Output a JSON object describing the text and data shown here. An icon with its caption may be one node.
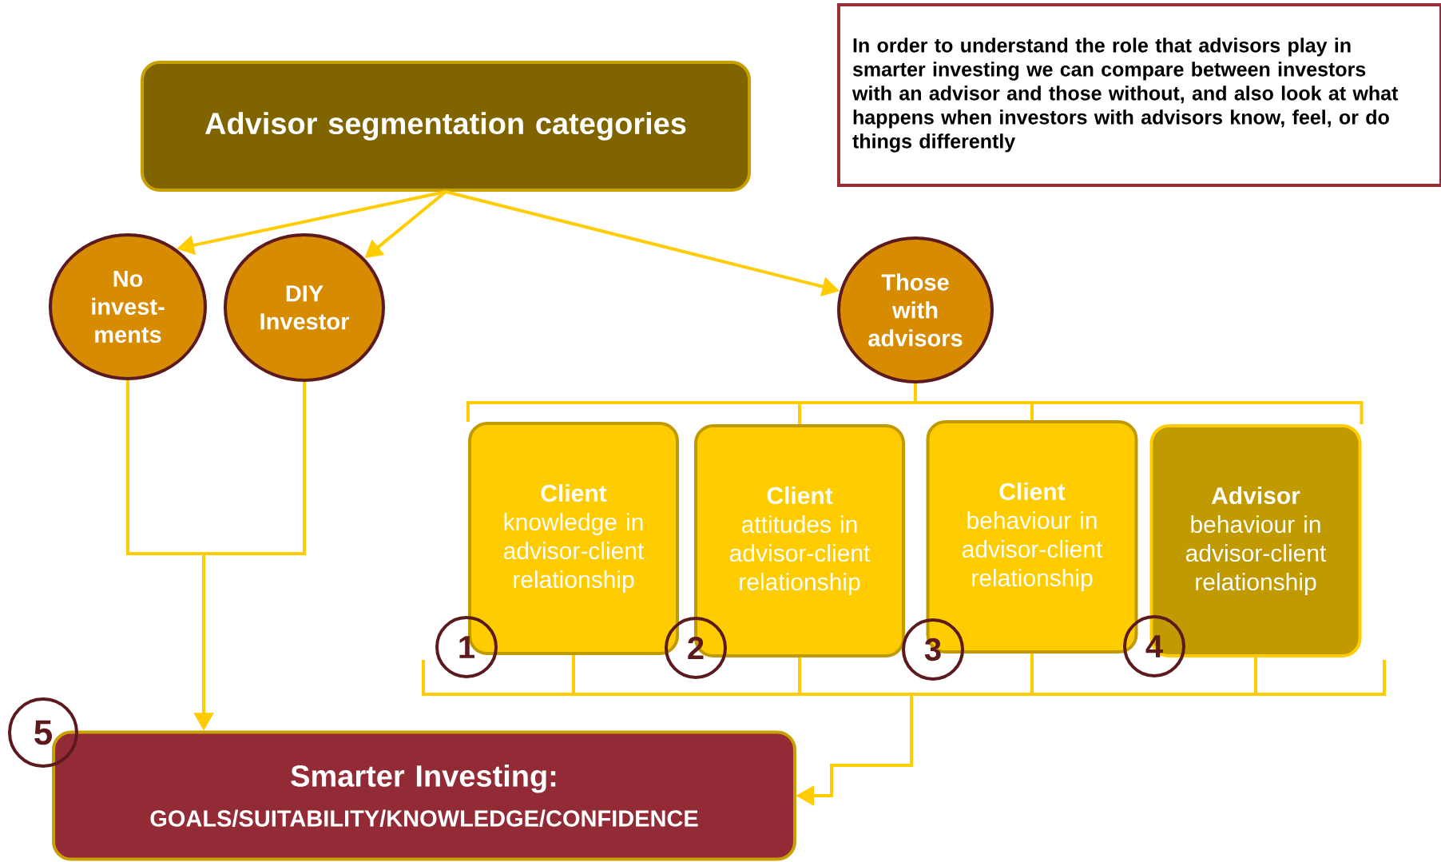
{
  "diagram": {
    "nodes": [
      {
        "text": [
          "Advisor segmentation categories"
        ]
      },
      {
        "text": [
          "In order to understand the role that advisors play in smarter investing we can compare between investors with an advisor and those without, and also look at what happens when investors with advisors know, feel, or do things differently"
        ]
      },
      {
        "text": [
          "No invest-ments"
        ]
      },
      {
        "text": [
          "DIY Investor"
        ]
      },
      {
        "text": [
          "Those with advisors"
        ]
      },
      {
        "text": [
          "Client",
          "knowledge in advisor-client relationship"
        ]
      },
      {
        "text": [
          "Client",
          "attitudes in advisor-client relationship"
        ]
      },
      {
        "text": [
          "Client",
          "behaviour in advisor-client relationship"
        ]
      },
      {
        "text": [
          "Advisor",
          "behaviour in advisor-client relationship"
        ]
      },
      {
        "text": [
          "Smarter Investing:",
          "GOALS/SUITABILITY/KNOWLEDGE/CONFIDENCE"
        ]
      }
    ],
    "edges": [
      {
        "from": 0,
        "to": 2,
        "arrow": "to"
      },
      {
        "from": 0,
        "to": 3,
        "arrow": "to"
      },
      {
        "from": 0,
        "to": 4,
        "arrow": "to"
      },
      {
        "from": 2,
        "to": 9,
        "arrow": "to"
      },
      {
        "from": 3,
        "to": 9,
        "arrow": "to"
      },
      {
        "from": 4,
        "to": 5,
        "arrow": "none"
      },
      {
        "from": 4,
        "to": 6,
        "arrow": "none"
      },
      {
        "from": 4,
        "to": 7,
        "arrow": "none"
      },
      {
        "from": 4,
        "to": 8,
        "arrow": "none"
      },
      {
        "from": 5,
        "to": 9,
        "arrow": "to"
      },
      {
        "from": 6,
        "to": 9,
        "arrow": "to"
      },
      {
        "from": 7,
        "to": 9,
        "arrow": "to"
      },
      {
        "from": 8,
        "to": 9,
        "arrow": "to"
      }
    ],
    "labels": [
      "1",
      "2",
      "3",
      "4",
      "5"
    ]
  }
}
